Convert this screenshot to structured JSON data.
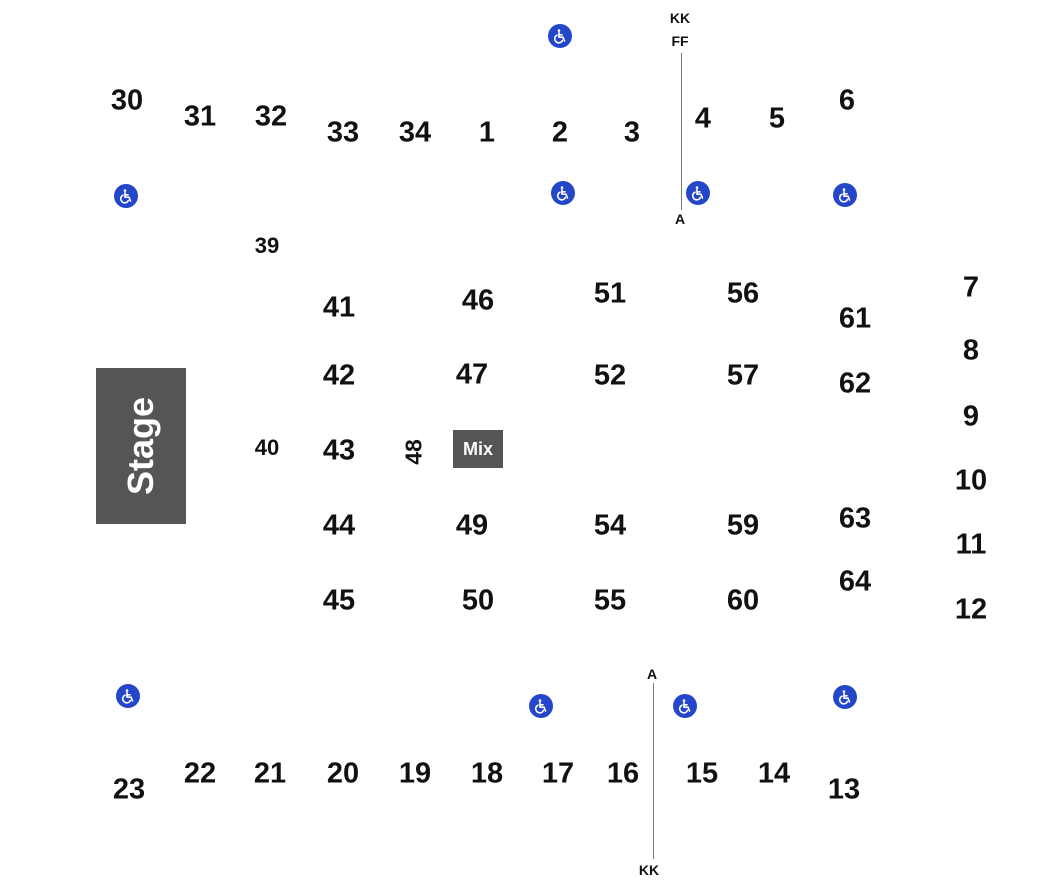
{
  "stage": {
    "label": "Stage"
  },
  "mix": {
    "label": "Mix"
  },
  "colors": {
    "section_text": "#111111",
    "stage_fill": "#555555",
    "accessible_badge": "#2446c9",
    "aisle_line": "#777777"
  },
  "icon": "wheelchair-accessible-icon",
  "sections": {
    "upper_north": [
      "30",
      "31",
      "32",
      "33",
      "34",
      "1",
      "2",
      "3",
      "4",
      "5",
      "6"
    ],
    "east": [
      "7",
      "8",
      "9",
      "10",
      "11",
      "12"
    ],
    "lower_south": [
      "23",
      "22",
      "21",
      "20",
      "19",
      "18",
      "17",
      "16",
      "15",
      "14",
      "13"
    ],
    "floor_left": [
      "39",
      "40"
    ],
    "floor": [
      "41",
      "42",
      "43",
      "44",
      "45",
      "46",
      "47",
      "48",
      "49",
      "50",
      "51",
      "52",
      "54",
      "55",
      "56",
      "57",
      "59",
      "60",
      "61",
      "62",
      "63",
      "64"
    ]
  },
  "row_labels": {
    "north_top": "KK",
    "north_mid": "FF",
    "north_bottom": "A",
    "south_top": "A",
    "south_bottom": "KK"
  }
}
